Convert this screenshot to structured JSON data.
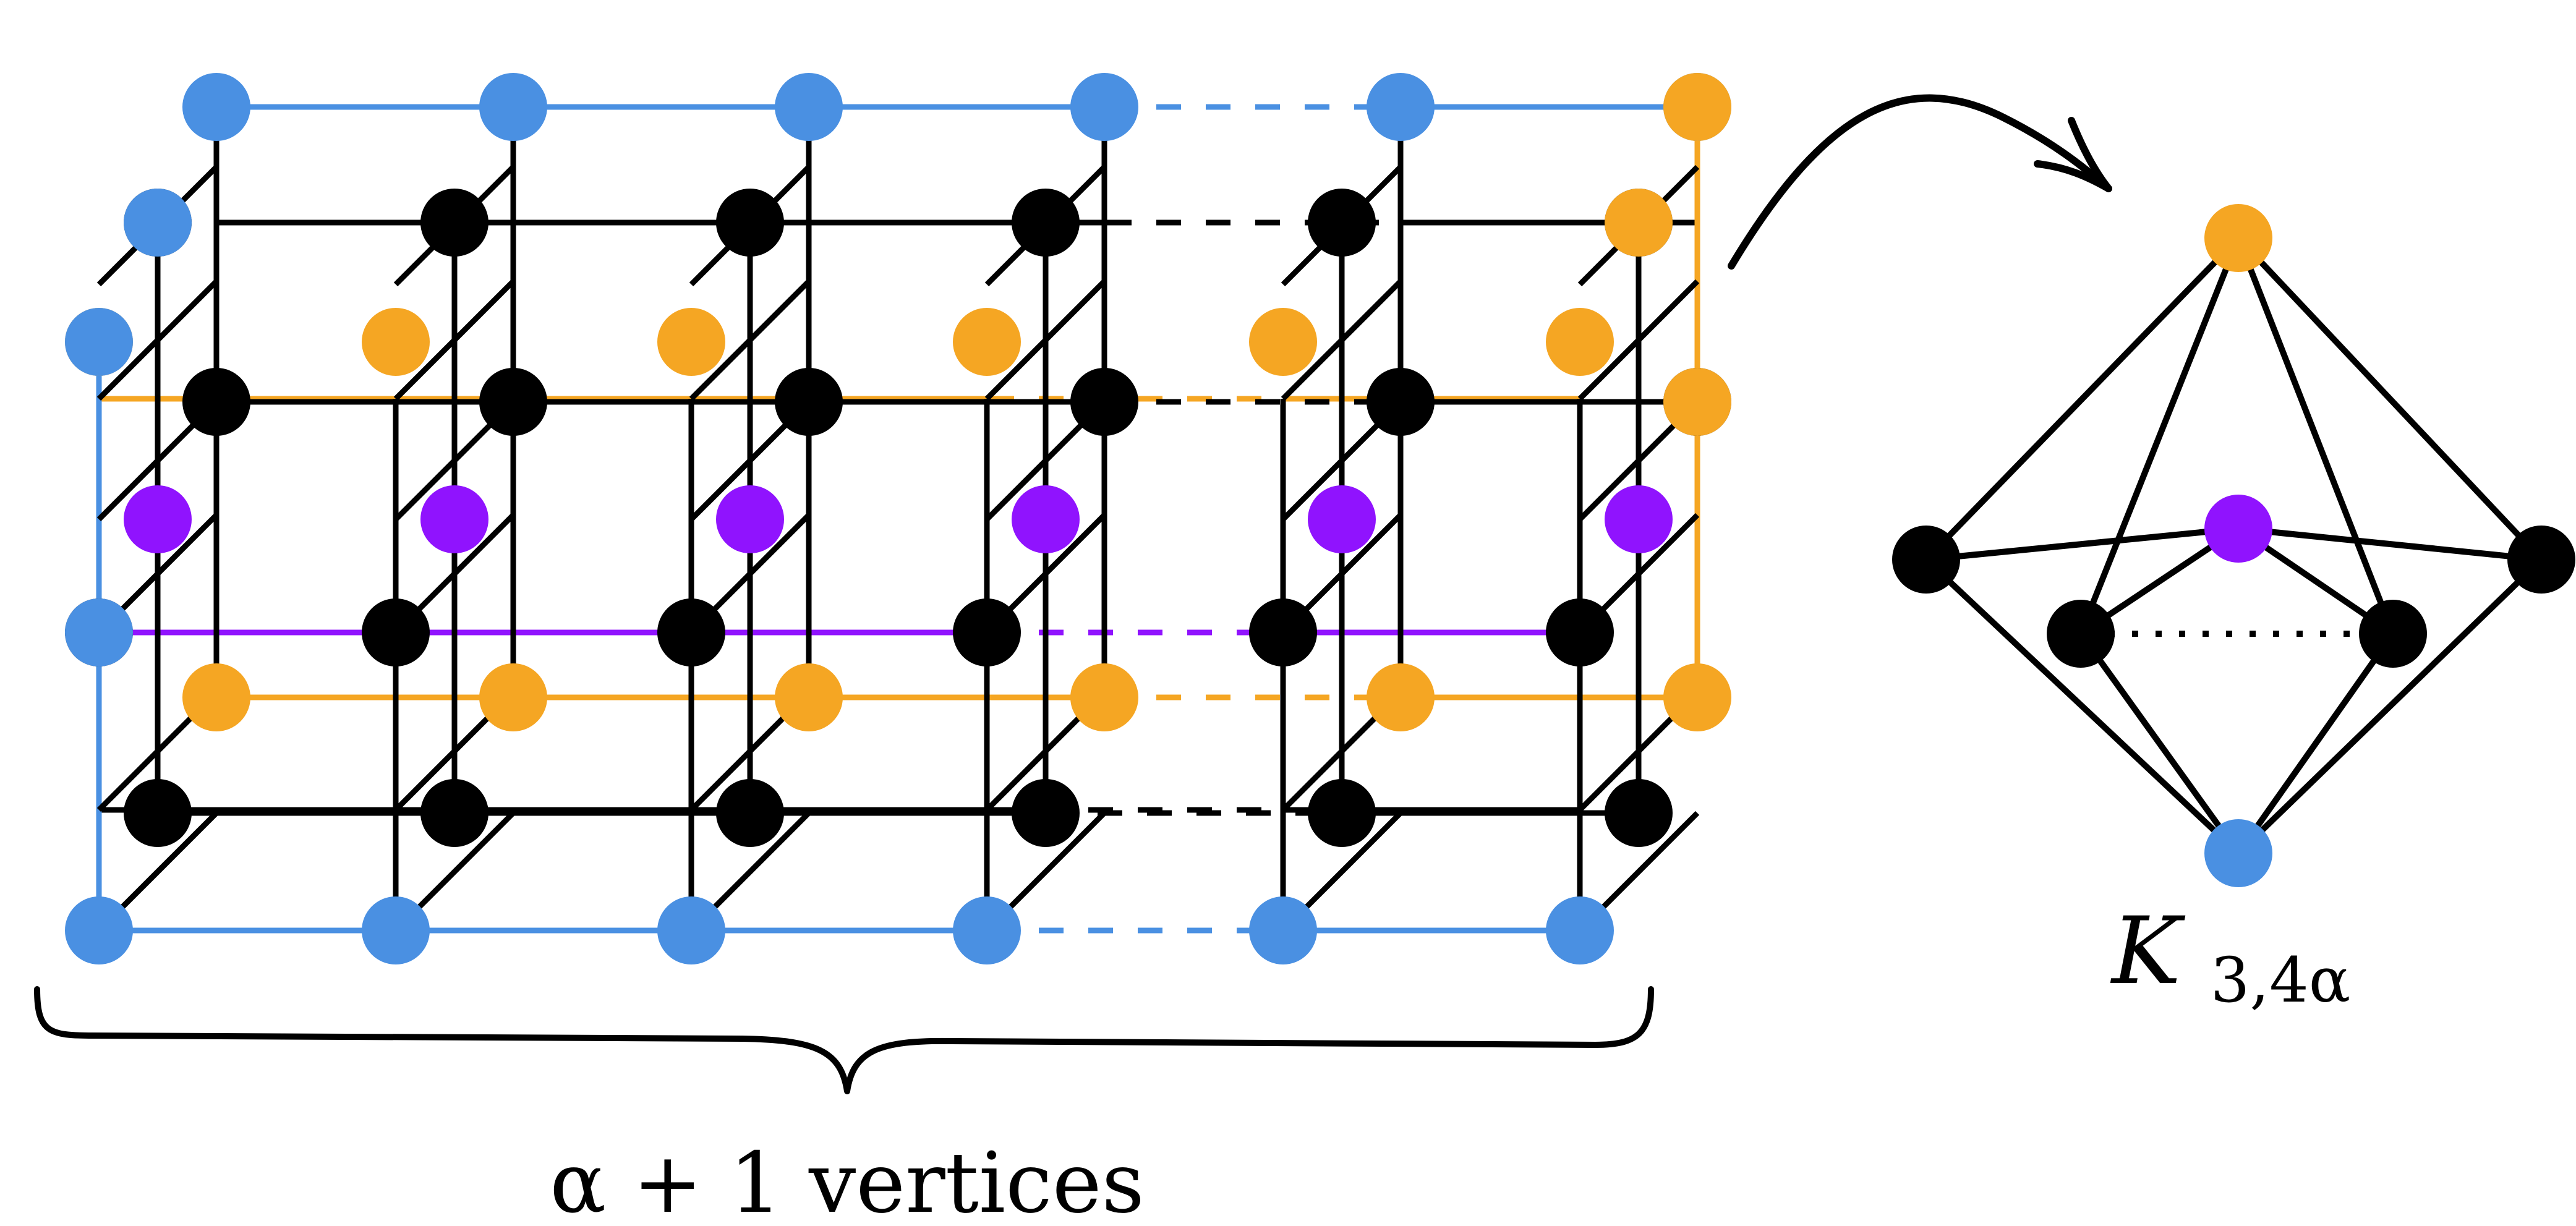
{
  "colors": {
    "blue": "#4a90e2",
    "black": "#000000",
    "orange": "#f5a623",
    "purple": "#9013fe",
    "red": "#d0021b"
  },
  "labels": {
    "brace_caption": "α + 1 vertices",
    "graph_name_main": "K",
    "graph_name_subscript": "3,4α"
  },
  "icons": {
    "brace": "curly-brace-icon",
    "arrow": "curved-arrow-icon"
  }
}
